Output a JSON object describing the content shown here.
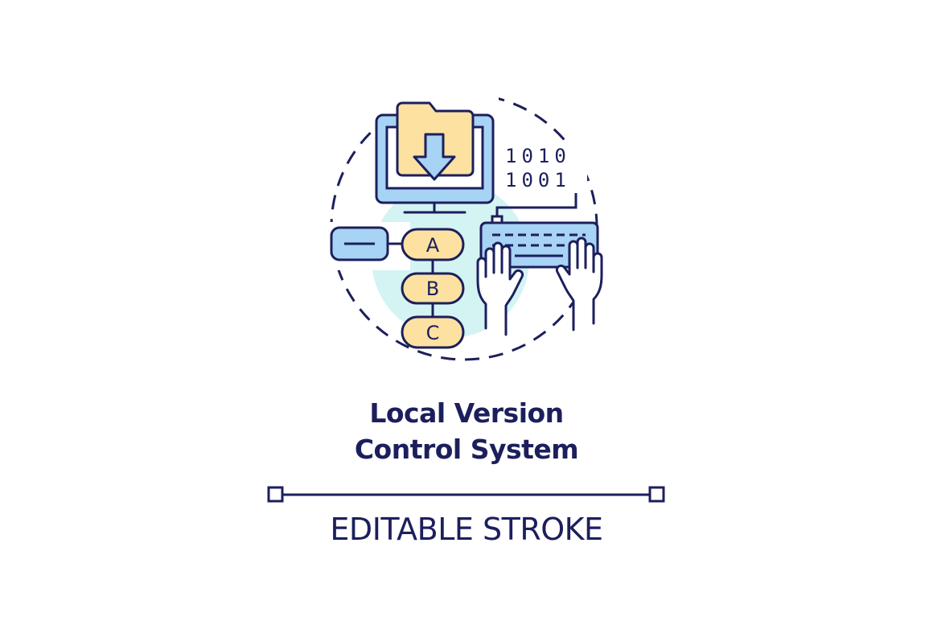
{
  "title": {
    "line1": "Local Version",
    "line2": "Control System"
  },
  "caption": "EDITABLE STROKE",
  "binary": {
    "row1": "1010",
    "row2": "1001"
  },
  "nodes": [
    "A",
    "B",
    "C"
  ],
  "colors": {
    "outline": "#1c1f5c",
    "blue_fill": "#a7d3f5",
    "yellow_fill": "#fde1a1",
    "accent_bg": "#d4f3f3"
  },
  "icons": [
    "dashed-circle-frame",
    "monitor-icon",
    "folder-icon",
    "download-arrow-icon",
    "binary-code",
    "keyboard-icon",
    "hands-icon",
    "version-node-a",
    "version-node-b",
    "version-node-c",
    "branch-pill"
  ]
}
